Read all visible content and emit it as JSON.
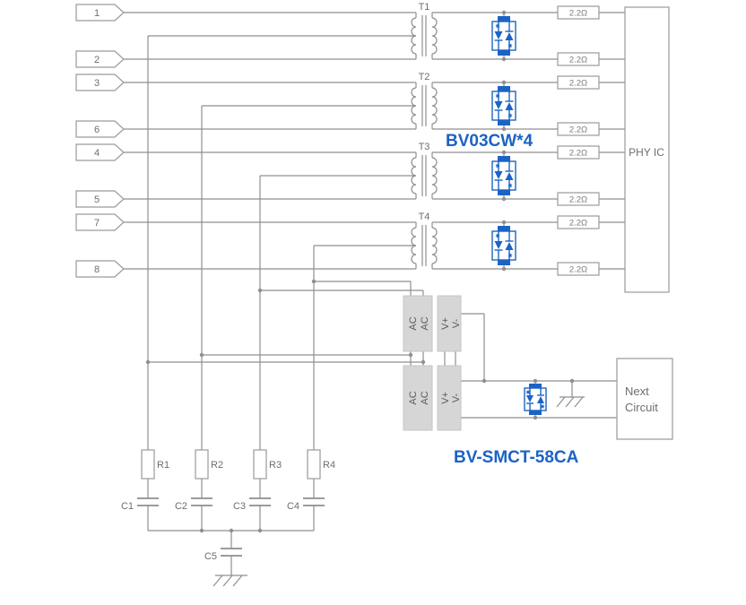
{
  "title": "Ethernet magnetics / PoE protection schematic",
  "colors": {
    "accent_blue": "#1b63c5",
    "wire_gray": "#8f8f8f"
  },
  "pins": [
    "1",
    "2",
    "3",
    "6",
    "4",
    "5",
    "7",
    "8"
  ],
  "transformers": [
    "T1",
    "T2",
    "T3",
    "T4"
  ],
  "series_resistors": [
    "2.2Ω",
    "2.2Ω",
    "2.2Ω",
    "2.2Ω",
    "2.2Ω",
    "2.2Ω",
    "2.2Ω",
    "2.2Ω"
  ],
  "labels": {
    "tvs_part": "BV03CW*4",
    "rectifier_part": "BV-SMCT-58CA"
  },
  "phy": {
    "label": "PHY IC"
  },
  "next_circuit": [
    "Next",
    "Circuit"
  ],
  "bridges": [
    [
      "AC",
      "AC",
      "V+",
      "V-"
    ],
    [
      "AC",
      "AC",
      "V+",
      "V-"
    ]
  ],
  "shunt_resistors": [
    "R1",
    "R2",
    "R3",
    "R4"
  ],
  "capacitors": [
    "C1",
    "C2",
    "C3",
    "C4",
    "C5"
  ]
}
